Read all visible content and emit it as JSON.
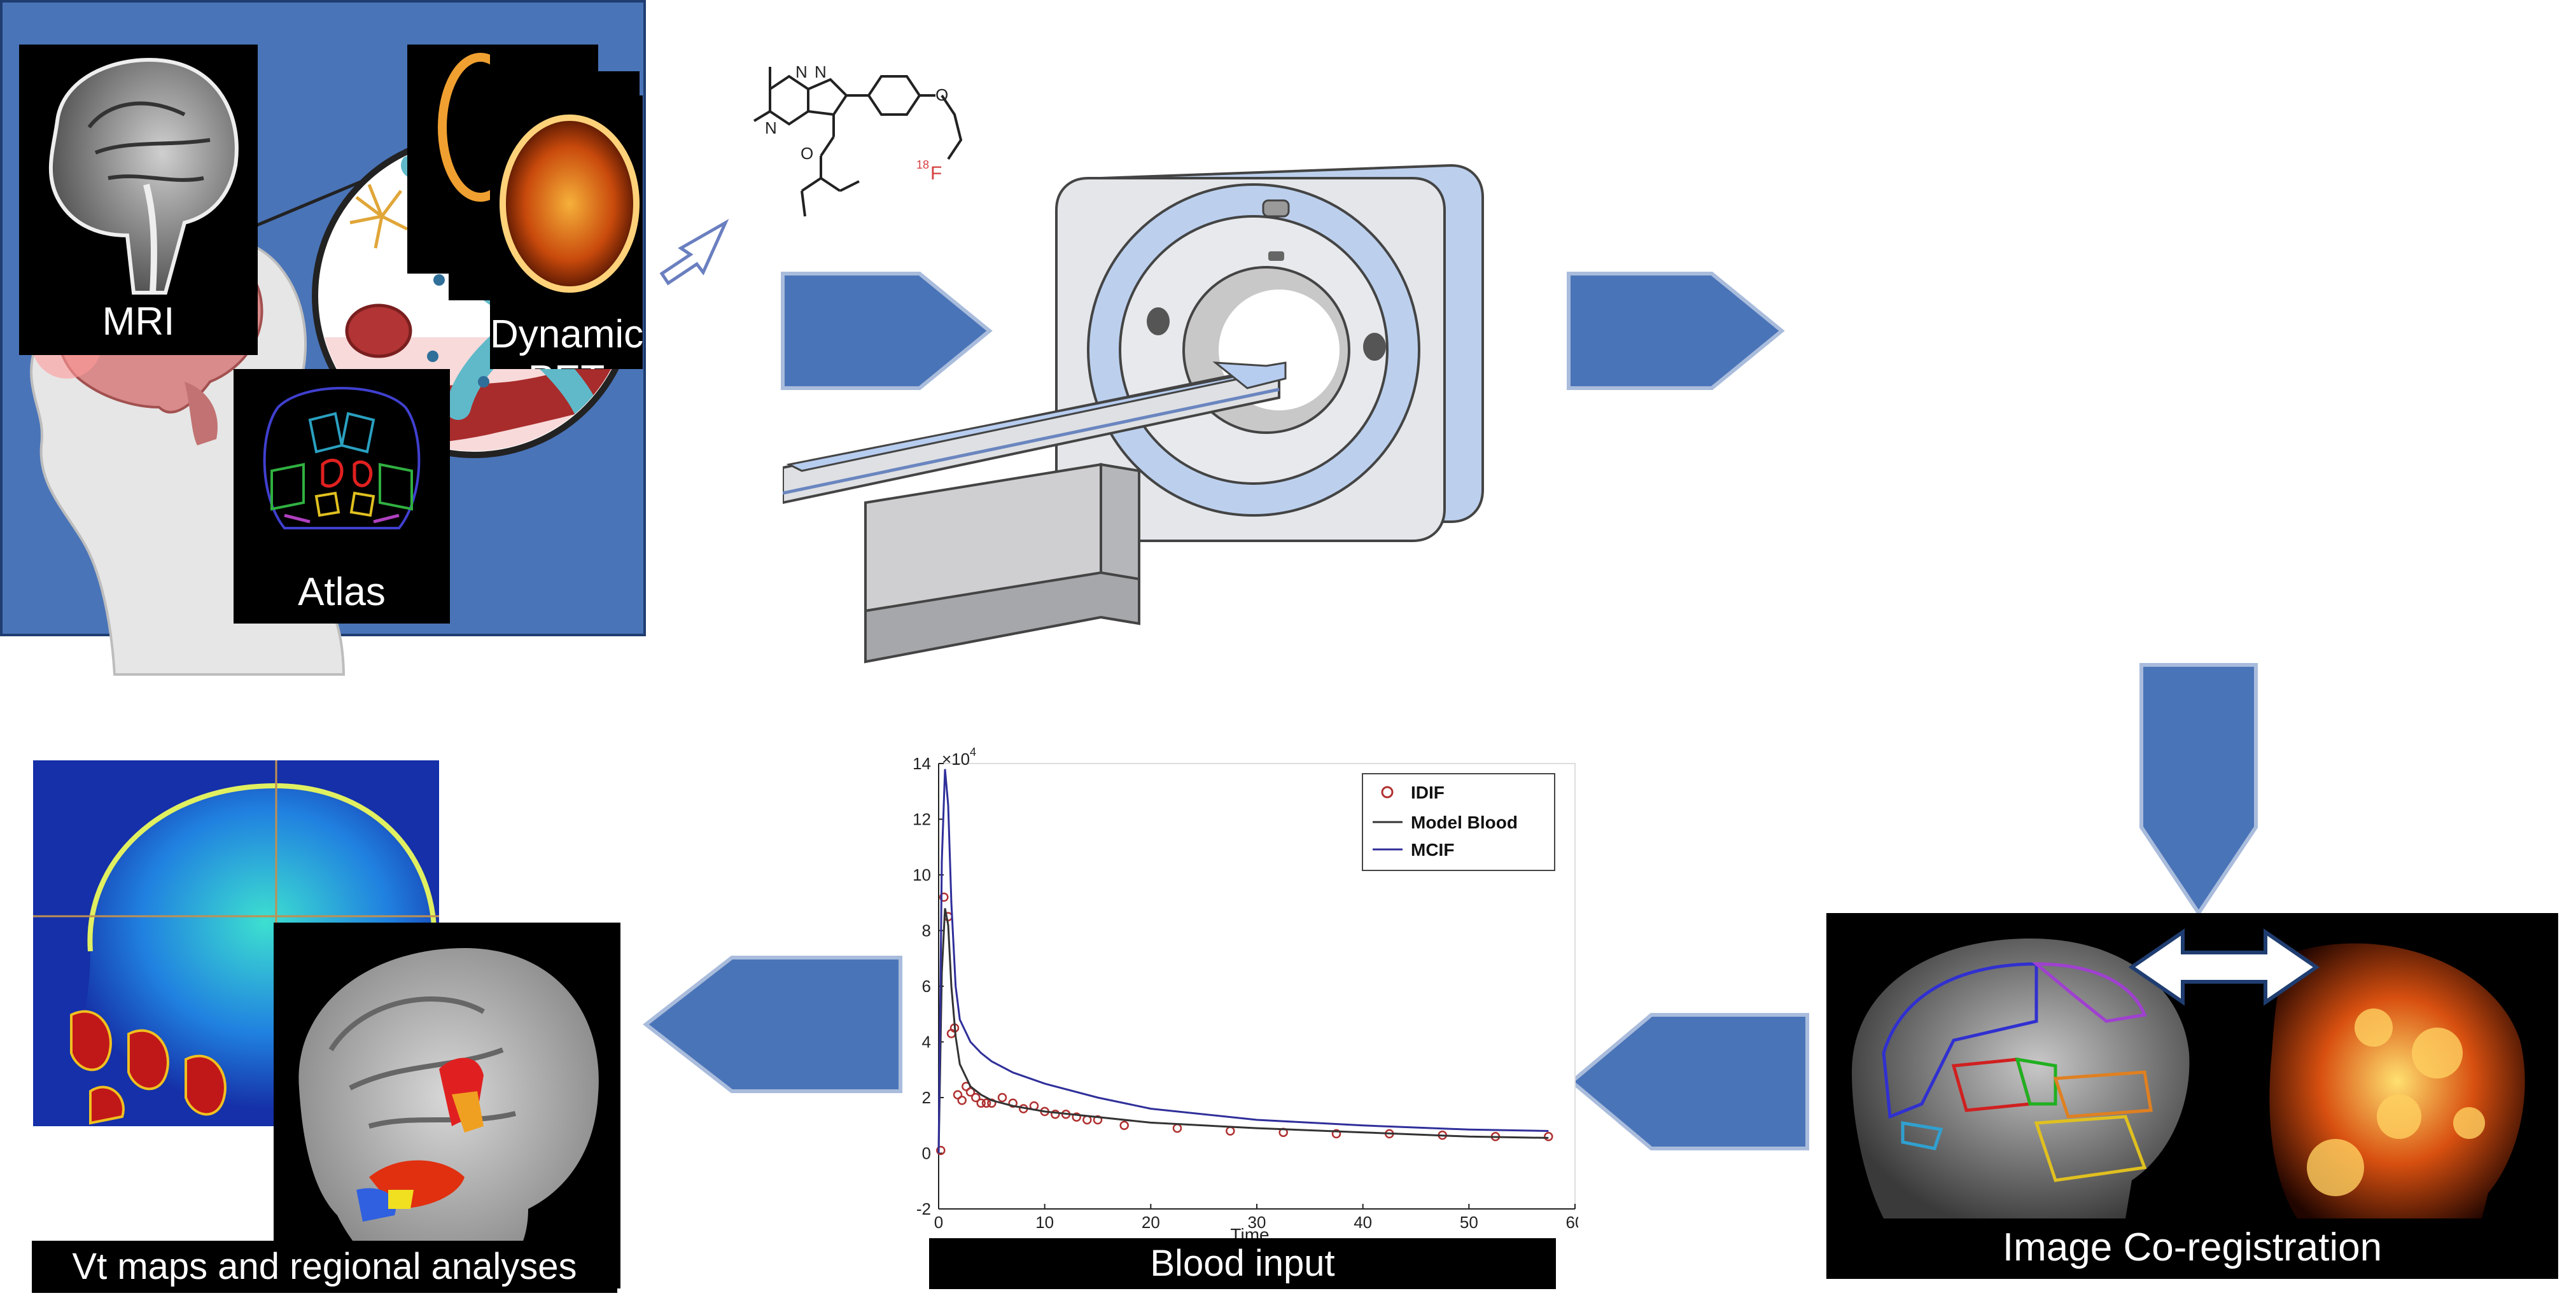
{
  "raw_panel": {
    "title": "Raw data inputs"
  },
  "labels": {
    "mri": "MRI",
    "dynamic_pet": "Dynamic PET",
    "atlas": "Atlas",
    "coregistration": "Image Co-registration",
    "blood_input": "Blood input",
    "vt_maps": "Vt maps and regional analyses"
  },
  "molecule": {
    "isotope_sup": "18",
    "isotope": "F",
    "atoms": [
      "N",
      "N",
      "N",
      "O",
      "O"
    ]
  },
  "chart_data": {
    "type": "line",
    "xlabel": "Time",
    "ylabel": "",
    "exponent_label": "×10",
    "exponent_sup": "4",
    "xlim": [
      0,
      60
    ],
    "ylim": [
      -2,
      14
    ],
    "x_ticks": [
      "0",
      "10",
      "20",
      "30",
      "40",
      "50",
      "60"
    ],
    "y_ticks": [
      "-2",
      "0",
      "2",
      "4",
      "6",
      "8",
      "10",
      "12",
      "14"
    ],
    "legend": [
      "IDIF",
      "Model Blood",
      "MCIF"
    ],
    "series": [
      {
        "name": "IDIF",
        "style": "markers",
        "color": "#b03030",
        "x": [
          0.2,
          0.5,
          0.9,
          1.2,
          1.5,
          1.8,
          2.2,
          2.6,
          3.0,
          3.5,
          4.0,
          4.5,
          5.0,
          6.0,
          7.0,
          8.0,
          9.0,
          10.0,
          11.0,
          12.0,
          13.0,
          14.0,
          15.0,
          17.5,
          22.5,
          27.5,
          32.5,
          37.5,
          42.5,
          47.5,
          52.5,
          57.5
        ],
        "y": [
          0.1,
          9.2,
          8.5,
          4.3,
          4.5,
          2.1,
          1.9,
          2.4,
          2.2,
          2.0,
          1.8,
          1.8,
          1.8,
          2.0,
          1.8,
          1.6,
          1.7,
          1.5,
          1.4,
          1.4,
          1.3,
          1.2,
          1.2,
          1.0,
          0.9,
          0.8,
          0.75,
          0.7,
          0.7,
          0.65,
          0.6,
          0.6
        ]
      },
      {
        "name": "Model Blood",
        "style": "line",
        "color": "#333333",
        "x": [
          0,
          0.3,
          0.6,
          0.9,
          1.2,
          1.6,
          2.0,
          3.0,
          4.0,
          5.0,
          7.0,
          10.0,
          15.0,
          20.0,
          30.0,
          40.0,
          50.0,
          57.5
        ],
        "y": [
          0,
          6.5,
          8.8,
          8.2,
          6.0,
          4.2,
          3.2,
          2.4,
          2.1,
          1.9,
          1.7,
          1.5,
          1.3,
          1.1,
          0.9,
          0.75,
          0.6,
          0.55
        ]
      },
      {
        "name": "MCIF",
        "style": "line",
        "color": "#2f2f9a",
        "x": [
          0,
          0.3,
          0.6,
          0.9,
          1.2,
          1.6,
          2.0,
          3.0,
          4.0,
          5.0,
          7.0,
          10.0,
          15.0,
          20.0,
          30.0,
          40.0,
          50.0,
          57.5
        ],
        "y": [
          0,
          10.5,
          13.8,
          12.5,
          9.0,
          6.0,
          4.8,
          4.0,
          3.6,
          3.3,
          2.9,
          2.5,
          2.0,
          1.6,
          1.2,
          1.0,
          0.85,
          0.8
        ]
      }
    ]
  },
  "colors": {
    "arrow_fill": "#4a74b8",
    "arrow_stroke": "#9fb4d8",
    "panel_bg": "#4a74b8"
  }
}
